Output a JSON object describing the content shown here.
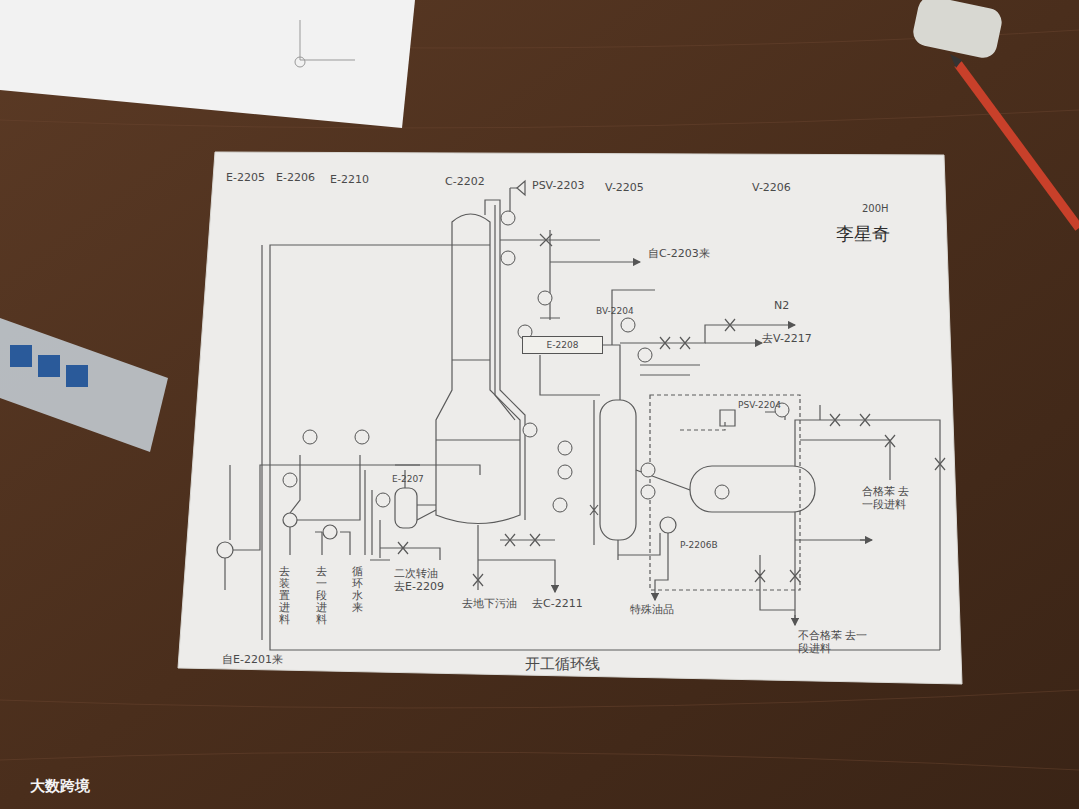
{
  "diagram": {
    "nodes": [
      {
        "text": [
          "E-2208"
        ]
      }
    ],
    "labels": [
      "E-2205",
      "E-2206",
      "E-2210",
      "C-2202",
      "PSV-2203",
      "V-2205",
      "V-2206",
      "200H",
      "李星奇",
      "自C-2203来",
      "BV-2204",
      "N2",
      "去V-2217",
      "PSV-2204",
      "E-2207",
      "P-2206B",
      "去装置进料",
      "去一段进料",
      "循环水来",
      "二次转油 去E-2209",
      "去地下污油",
      "去C-2211",
      "特殊油品",
      "合格苯 去一段进料",
      "不合格苯 去一段进料",
      "开工循环线",
      "自E-2201来",
      "大数跨境"
    ]
  }
}
